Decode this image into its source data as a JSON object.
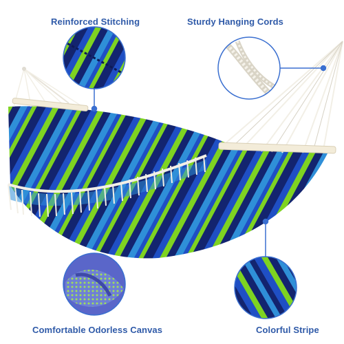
{
  "features": {
    "top_left": "Reinforced Stitching",
    "top_right": "Sturdy Hanging Cords",
    "bottom_left": "Comfortable Odorless Canvas",
    "bottom_right": "Colorful Stripe"
  },
  "colors": {
    "label_text": "#2f5aa8",
    "callout_line": "#3a6fd0",
    "navy": "#13246f",
    "royal_blue": "#1f4fc4",
    "sky_blue": "#2f8fd8",
    "lime_green": "#7ed321",
    "cord": "#f2efe6",
    "wood": "#f3ecd9"
  }
}
